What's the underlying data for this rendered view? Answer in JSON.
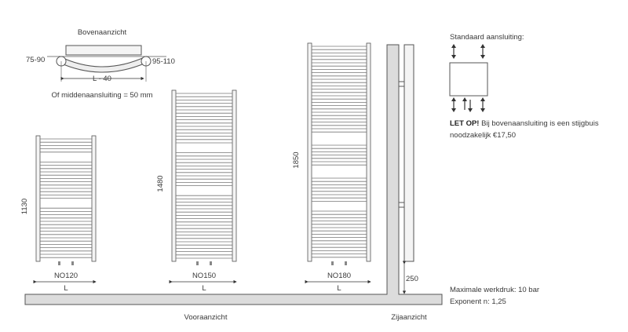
{
  "top_view": {
    "title": "Bovenaanzicht",
    "left_dim": "75-90",
    "right_dim": "95-110",
    "center_dim": "L - 40",
    "middle_note": "Of middenaansluiting = 50 mm"
  },
  "radiators": [
    {
      "model": "NO120",
      "height": "1130",
      "width_label": "L"
    },
    {
      "model": "NO150",
      "height": "1480",
      "width_label": "L"
    },
    {
      "model": "NO180",
      "height": "1850",
      "width_label": "L"
    }
  ],
  "side_view": {
    "distance": "250",
    "label": "Zijaanzicht"
  },
  "front_view_label": "Vooraanzicht",
  "connection": {
    "title": "Standaard aansluiting:",
    "warning_bold": "LET OP!",
    "warning_text": " Bij bovenaansluiting is een stijgbuis noodzakelijk €17,50"
  },
  "specs": {
    "pressure": "Maximale werkdruk: 10 bar",
    "exponent": "Exponent n: 1,25"
  },
  "colors": {
    "line": "#555555",
    "floor_fill": "#dcdcdc",
    "radiator_fill": "#f4f4f4"
  }
}
